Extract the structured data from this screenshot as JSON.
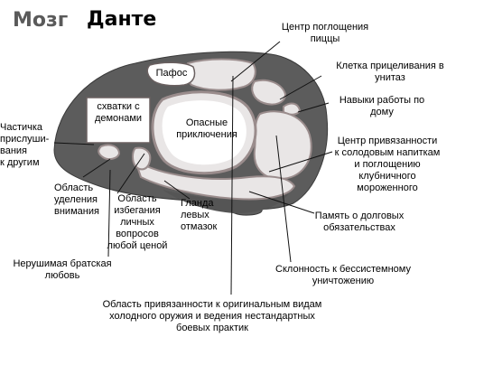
{
  "title": {
    "word1": "Мозг",
    "word2": "Данте"
  },
  "inner_labels": {
    "pathos": "Пафос",
    "schvatki": "схватки с\nдемонами",
    "adventures": "Опасные\nприключения"
  },
  "outer_labels": {
    "pizza": "Центр поглощения\nпиццы",
    "toilet_aim": "Клетка прицеливания в\nунитаз",
    "housework": "Навыки работы по\nдому",
    "malt": "Центр привязанности\nк солодовым напиткам\nи поглощению\nклубничного\nмороженного",
    "debts": "Память о долговых\nобязательствах",
    "destruction": "Склонность к бессистемному\nуничтожению",
    "weapons": "Область привязанности к оригинальным видам\nхолодного оружия и ведения нестандартных\nбоевых практик",
    "listening": "Частичка\nприслуши-\nвания\nк другим",
    "attention": "Область\nуделения\nвнимания",
    "avoid": "Область\nизбегания\nличных\nвопросов\nлюбой ценой",
    "gland": "Гланда\nлевых\nотмазок",
    "brotherly": "Нерушимая братская\nлюбовь"
  }
}
